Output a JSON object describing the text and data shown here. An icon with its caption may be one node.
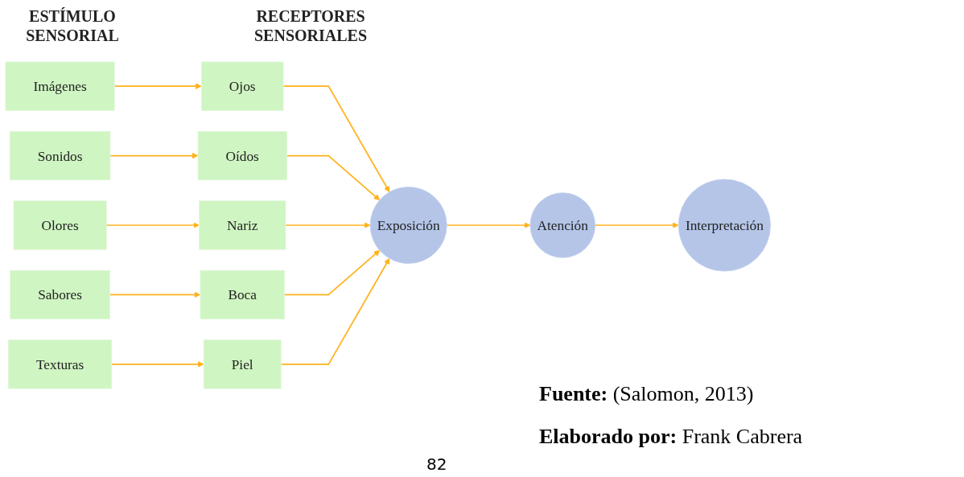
{
  "diagram": {
    "nodes": [
      {
        "text": [
          "Imágenes"
        ]
      },
      {
        "text": [
          "Sonidos"
        ]
      },
      {
        "text": [
          "Olores"
        ]
      },
      {
        "text": [
          "Sabores"
        ]
      },
      {
        "text": [
          "Texturas"
        ]
      },
      {
        "text": [
          "Ojos"
        ]
      },
      {
        "text": [
          "Oídos"
        ]
      },
      {
        "text": [
          "Nariz"
        ]
      },
      {
        "text": [
          "Boca"
        ]
      },
      {
        "text": [
          "Piel"
        ]
      },
      {
        "text": [
          "Exposición"
        ]
      },
      {
        "text": [
          "Atención"
        ]
      },
      {
        "text": [
          "Interpretación"
        ]
      }
    ],
    "edges": [
      {
        "from": 0,
        "to": 5,
        "arrow": "to"
      },
      {
        "from": 1,
        "to": 6,
        "arrow": "to"
      },
      {
        "from": 2,
        "to": 7,
        "arrow": "to"
      },
      {
        "from": 3,
        "to": 8,
        "arrow": "to"
      },
      {
        "from": 4,
        "to": 9,
        "arrow": "to"
      },
      {
        "from": 5,
        "to": 10,
        "arrow": "to"
      },
      {
        "from": 6,
        "to": 10,
        "arrow": "to"
      },
      {
        "from": 7,
        "to": 10,
        "arrow": "to"
      },
      {
        "from": 8,
        "to": 10,
        "arrow": "to"
      },
      {
        "from": 9,
        "to": 10,
        "arrow": "to"
      },
      {
        "from": 10,
        "to": 11,
        "arrow": "to"
      },
      {
        "from": 11,
        "to": 12,
        "arrow": "to"
      }
    ],
    "labels": [
      "ESTÍMULO SENSORIAL",
      "RECEPTORES SENSORIALES",
      "**Fuente:** (Salomon, 2013)",
      "**Elaborado por:** Frank Cabrera",
      "82"
    ]
  }
}
